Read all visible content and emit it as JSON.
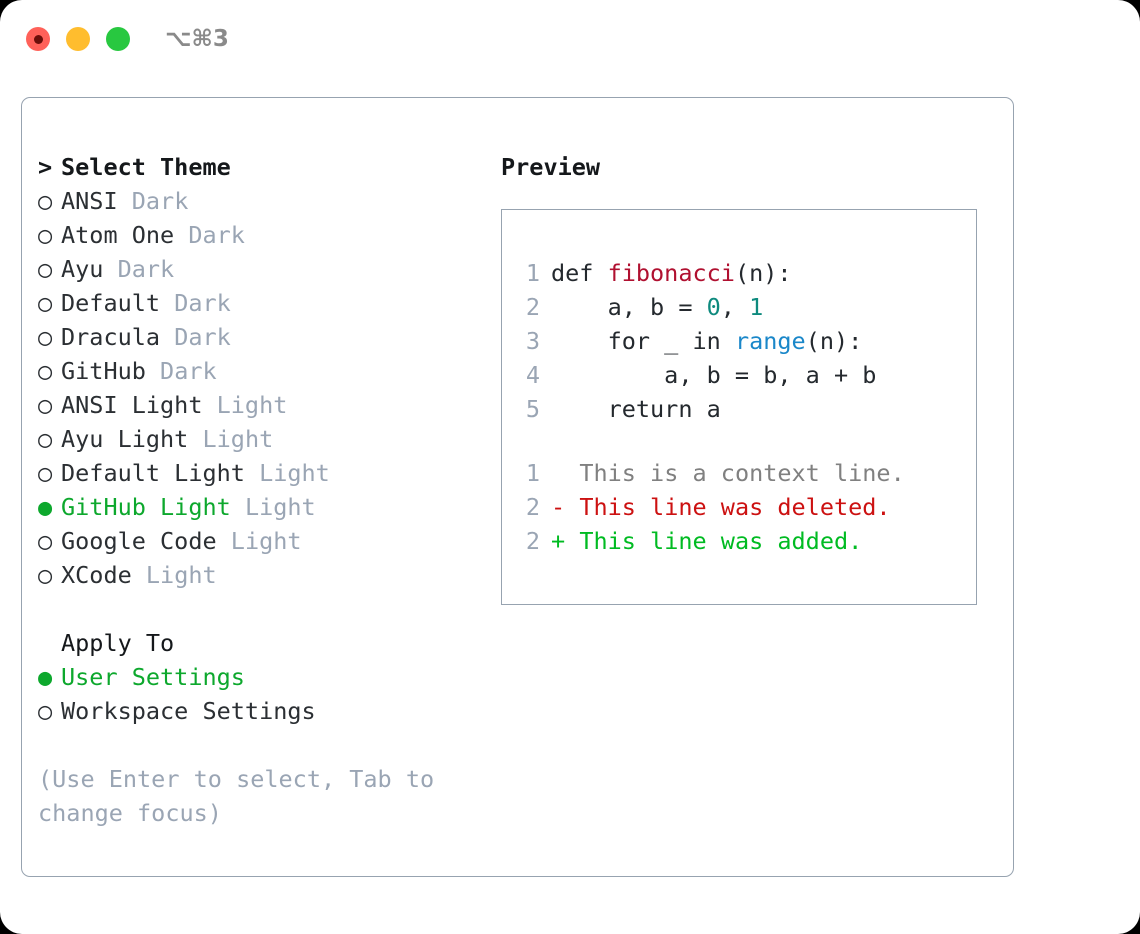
{
  "titlebar": {
    "shortcut": "⌥⌘3",
    "buttons": [
      {
        "name": "close",
        "color": "#ff6159"
      },
      {
        "name": "minimize",
        "color": "#ffbd2e"
      },
      {
        "name": "maximize",
        "color": "#28c840"
      }
    ]
  },
  "theme_list": {
    "heading_marker": ">",
    "heading": "Select Theme",
    "items": [
      {
        "marker": "○",
        "label": "ANSI",
        "tag": "Dark",
        "selected": false
      },
      {
        "marker": "○",
        "label": "Atom One",
        "tag": "Dark",
        "selected": false
      },
      {
        "marker": "○",
        "label": "Ayu",
        "tag": "Dark",
        "selected": false
      },
      {
        "marker": "○",
        "label": "Default",
        "tag": "Dark",
        "selected": false
      },
      {
        "marker": "○",
        "label": "Dracula",
        "tag": "Dark",
        "selected": false
      },
      {
        "marker": "○",
        "label": "GitHub",
        "tag": "Dark",
        "selected": false
      },
      {
        "marker": "○",
        "label": "ANSI Light",
        "tag": "Light",
        "selected": false
      },
      {
        "marker": "○",
        "label": "Ayu Light",
        "tag": "Light",
        "selected": false
      },
      {
        "marker": "○",
        "label": "Default Light",
        "tag": "Light",
        "selected": false
      },
      {
        "marker": "●",
        "label": "GitHub Light",
        "tag": "Light",
        "selected": true
      },
      {
        "marker": "○",
        "label": "Google Code",
        "tag": "Light",
        "selected": false
      },
      {
        "marker": "○",
        "label": "XCode",
        "tag": "Light",
        "selected": false
      }
    ]
  },
  "apply_to": {
    "heading": "Apply To",
    "items": [
      {
        "marker": "●",
        "label": "User Settings",
        "selected": true
      },
      {
        "marker": "○",
        "label": "Workspace Settings",
        "selected": false
      }
    ]
  },
  "hint": "(Use Enter to select, Tab to change focus)",
  "preview": {
    "title": "Preview",
    "code_lines": [
      {
        "number": "1",
        "tokens": [
          {
            "text": "def ",
            "type": "plain"
          },
          {
            "text": "fibonacci",
            "type": "fn"
          },
          {
            "text": "(n):",
            "type": "plain"
          }
        ]
      },
      {
        "number": "2",
        "tokens": [
          {
            "text": "    a, b = ",
            "type": "plain"
          },
          {
            "text": "0",
            "type": "num"
          },
          {
            "text": ", ",
            "type": "plain"
          },
          {
            "text": "1",
            "type": "num"
          }
        ]
      },
      {
        "number": "3",
        "tokens": [
          {
            "text": "    for _ in ",
            "type": "plain"
          },
          {
            "text": "range",
            "type": "built"
          },
          {
            "text": "(n):",
            "type": "plain"
          }
        ]
      },
      {
        "number": "4",
        "tokens": [
          {
            "text": "        a, b = b, a + b",
            "type": "plain"
          }
        ]
      },
      {
        "number": "5",
        "tokens": [
          {
            "text": "    return a",
            "type": "plain"
          }
        ]
      }
    ],
    "diff_lines": [
      {
        "number": "1",
        "sign": " ",
        "text": "This is a context line.",
        "kind": "ctx"
      },
      {
        "number": "2",
        "sign": "-",
        "text": "This line was deleted.",
        "kind": "del"
      },
      {
        "number": "2",
        "sign": "+",
        "text": "This line was added.",
        "kind": "add"
      }
    ]
  },
  "colors": {
    "accent_green": "#0da82d",
    "muted": "#9aa5b4",
    "border": "#97a3b0",
    "text": "#2b2f33",
    "syntax_function": "#b01030",
    "syntax_number": "#0e8a7e",
    "syntax_builtin": "#1a87c9",
    "diff_context": "#808080",
    "diff_deleted": "#cc1111",
    "diff_added": "#00bb22"
  }
}
